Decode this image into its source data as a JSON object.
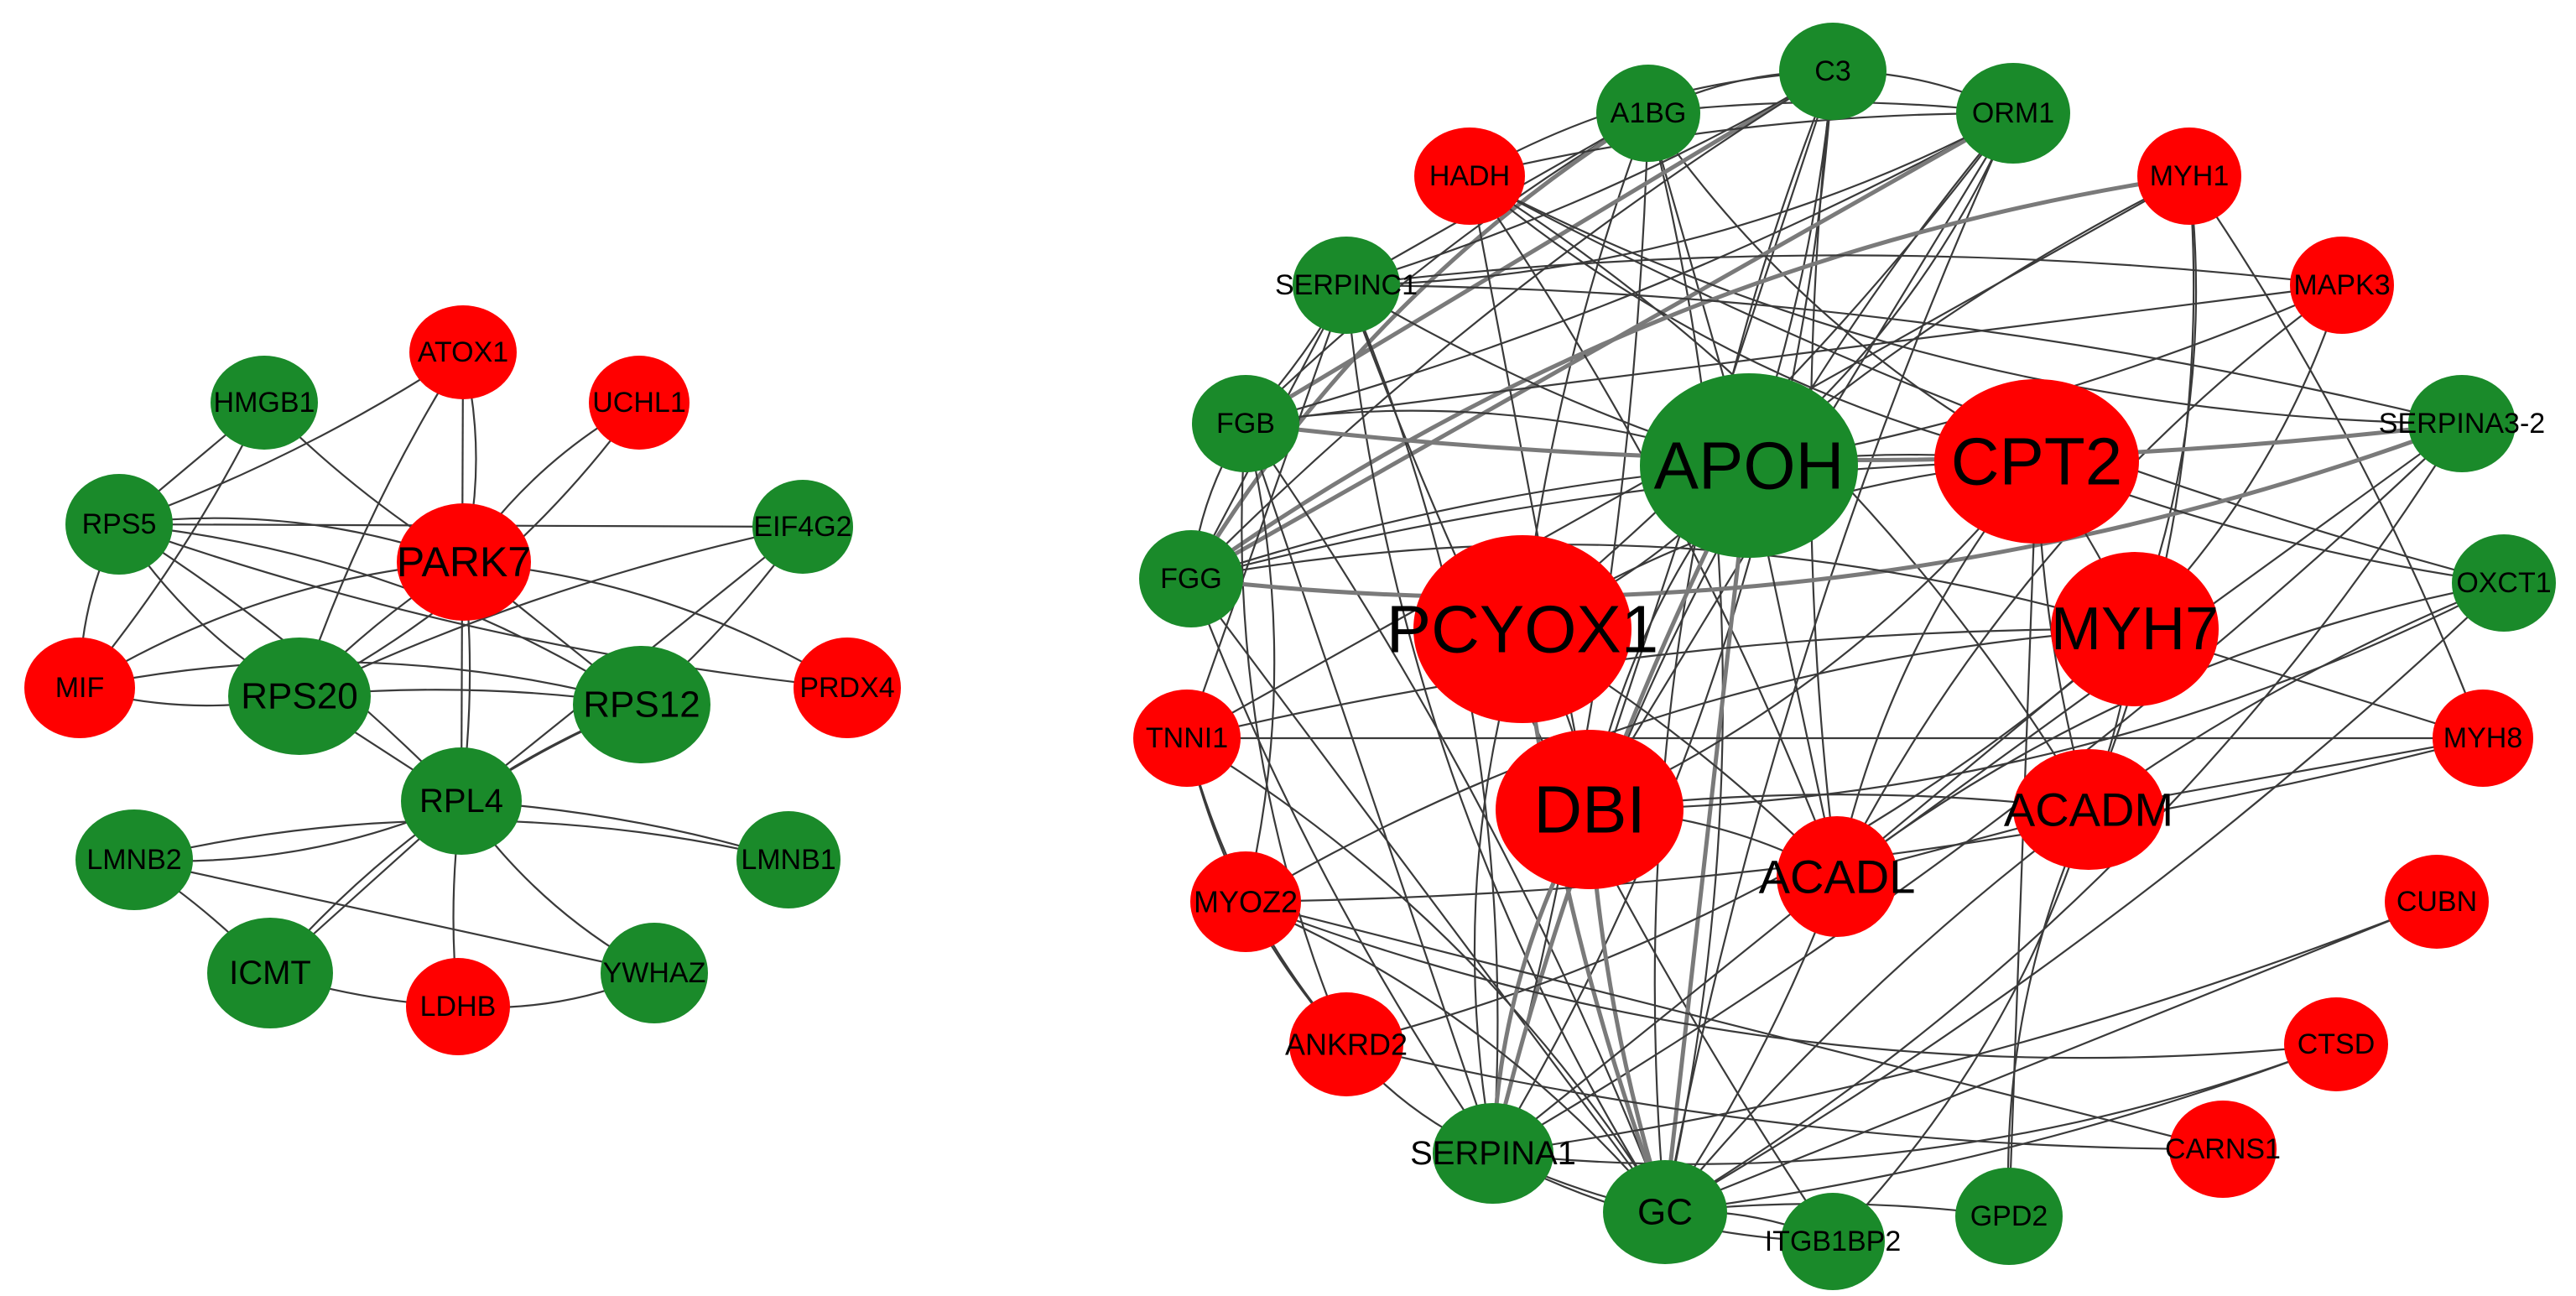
{
  "colors": {
    "up": "#ff0000",
    "down": "#1a8a2a"
  },
  "networks": [
    {
      "id": "left",
      "nodes": [
        {
          "id": "ATOX1",
          "label": "ATOX1",
          "status": "up"
        },
        {
          "id": "HMGB1",
          "label": "HMGB1",
          "status": "down"
        },
        {
          "id": "UCHL1",
          "label": "UCHL1",
          "status": "up"
        },
        {
          "id": "RPS5",
          "label": "RPS5",
          "status": "down"
        },
        {
          "id": "EIF4G2",
          "label": "EIF4G2",
          "status": "down"
        },
        {
          "id": "PARK7",
          "label": "PARK7",
          "status": "up"
        },
        {
          "id": "MIF",
          "label": "MIF",
          "status": "up"
        },
        {
          "id": "RPS20",
          "label": "RPS20",
          "status": "down"
        },
        {
          "id": "RPS12",
          "label": "RPS12",
          "status": "down"
        },
        {
          "id": "PRDX4",
          "label": "PRDX4",
          "status": "up"
        },
        {
          "id": "RPL4",
          "label": "RPL4",
          "status": "down"
        },
        {
          "id": "LMNB2",
          "label": "LMNB2",
          "status": "down"
        },
        {
          "id": "LMNB1",
          "label": "LMNB1",
          "status": "down"
        },
        {
          "id": "ICMT",
          "label": "ICMT",
          "status": "down"
        },
        {
          "id": "LDHB",
          "label": "LDHB",
          "status": "up"
        },
        {
          "id": "YWHAZ",
          "label": "YWHAZ",
          "status": "down"
        }
      ],
      "edges": [
        [
          "ATOX1",
          "PARK7"
        ],
        [
          "ATOX1",
          "RPS5"
        ],
        [
          "ATOX1",
          "RPL4"
        ],
        [
          "ATOX1",
          "RPS20"
        ],
        [
          "UCHL1",
          "PARK7"
        ],
        [
          "UCHL1",
          "RPS20"
        ],
        [
          "HMGB1",
          "MIF"
        ],
        [
          "HMGB1",
          "RPS5"
        ],
        [
          "HMGB1",
          "PARK7"
        ],
        [
          "RPS5",
          "RPS20"
        ],
        [
          "RPS5",
          "RPS12"
        ],
        [
          "RPS5",
          "RPL4"
        ],
        [
          "RPS5",
          "EIF4G2"
        ],
        [
          "RPS5",
          "PRDX4"
        ],
        [
          "RPS5",
          "MIF"
        ],
        [
          "RPS5",
          "PARK7"
        ],
        [
          "EIF4G2",
          "RPS12"
        ],
        [
          "EIF4G2",
          "RPL4"
        ],
        [
          "EIF4G2",
          "RPS20"
        ],
        [
          "PARK7",
          "MIF"
        ],
        [
          "PARK7",
          "PRDX4"
        ],
        [
          "PARK7",
          "RPL4"
        ],
        [
          "PARK7",
          "RPS12"
        ],
        [
          "PARK7",
          "RPS20"
        ],
        [
          "MIF",
          "RPS20"
        ],
        [
          "MIF",
          "RPS12"
        ],
        [
          "RPS20",
          "RPS12"
        ],
        [
          "RPS20",
          "RPL4"
        ],
        [
          "RPS12",
          "RPL4"
        ],
        [
          "RPS12",
          "ICMT"
        ],
        [
          "RPL4",
          "LMNB2"
        ],
        [
          "RPL4",
          "LMNB1"
        ],
        [
          "RPL4",
          "ICMT"
        ],
        [
          "RPL4",
          "LDHB"
        ],
        [
          "RPL4",
          "YWHAZ"
        ],
        [
          "LMNB2",
          "LMNB1"
        ],
        [
          "LMNB2",
          "ICMT"
        ],
        [
          "LMNB2",
          "YWHAZ"
        ],
        [
          "ICMT",
          "LDHB"
        ],
        [
          "LDHB",
          "YWHAZ"
        ]
      ]
    },
    {
      "id": "right",
      "nodes": [
        {
          "id": "A1BG",
          "label": "A1BG",
          "status": "down"
        },
        {
          "id": "C3",
          "label": "C3",
          "status": "down"
        },
        {
          "id": "ORM1",
          "label": "ORM1",
          "status": "down"
        },
        {
          "id": "HADH",
          "label": "HADH",
          "status": "up"
        },
        {
          "id": "MYH1",
          "label": "MYH1",
          "status": "up"
        },
        {
          "id": "SERPINC1",
          "label": "SERPINC1",
          "status": "down"
        },
        {
          "id": "MAPK3",
          "label": "MAPK3",
          "status": "up"
        },
        {
          "id": "FGB",
          "label": "FGB",
          "status": "down"
        },
        {
          "id": "APOH",
          "label": "APOH",
          "status": "down"
        },
        {
          "id": "CPT2",
          "label": "CPT2",
          "status": "up"
        },
        {
          "id": "SERPINA3-2",
          "label": "SERPINA3-2",
          "status": "down"
        },
        {
          "id": "FGG",
          "label": "FGG",
          "status": "down"
        },
        {
          "id": "PCYOX1",
          "label": "PCYOX1",
          "status": "up"
        },
        {
          "id": "MYH7",
          "label": "MYH7",
          "status": "up"
        },
        {
          "id": "OXCT1",
          "label": "OXCT1",
          "status": "down"
        },
        {
          "id": "TNNI1",
          "label": "TNNI1",
          "status": "up"
        },
        {
          "id": "MYH8",
          "label": "MYH8",
          "status": "up"
        },
        {
          "id": "DBI",
          "label": "DBI",
          "status": "up"
        },
        {
          "id": "ACADM",
          "label": "ACADM",
          "status": "up"
        },
        {
          "id": "ACADL",
          "label": "ACADL",
          "status": "up"
        },
        {
          "id": "MYOZ2",
          "label": "MYOZ2",
          "status": "up"
        },
        {
          "id": "CUBN",
          "label": "CUBN",
          "status": "up"
        },
        {
          "id": "ANKRD2",
          "label": "ANKRD2",
          "status": "up"
        },
        {
          "id": "CTSD",
          "label": "CTSD",
          "status": "up"
        },
        {
          "id": "CARNS1",
          "label": "CARNS1",
          "status": "up"
        },
        {
          "id": "SERPINA1",
          "label": "SERPINA1",
          "status": "down"
        },
        {
          "id": "GC",
          "label": "GC",
          "status": "down"
        },
        {
          "id": "ITGB1BP2",
          "label": "ITGB1BP2",
          "status": "down"
        },
        {
          "id": "GPD2",
          "label": "GPD2",
          "status": "down"
        }
      ],
      "edges": [
        [
          "A1BG",
          "C3"
        ],
        [
          "A1BG",
          "ORM1"
        ],
        [
          "A1BG",
          "APOH"
        ],
        [
          "A1BG",
          "FGB"
        ],
        [
          "A1BG",
          "FGG"
        ],
        [
          "A1BG",
          "GC"
        ],
        [
          "A1BG",
          "SERPINA1"
        ],
        [
          "A1BG",
          "SERPINC1"
        ],
        [
          "A1BG",
          "PCYOX1"
        ],
        [
          "A1BG",
          "CPT2"
        ],
        [
          "C3",
          "ORM1"
        ],
        [
          "C3",
          "APOH"
        ],
        [
          "C3",
          "FGB"
        ],
        [
          "C3",
          "FGG"
        ],
        [
          "C3",
          "GC"
        ],
        [
          "C3",
          "SERPINA1"
        ],
        [
          "C3",
          "SERPINC1"
        ],
        [
          "C3",
          "DBI"
        ],
        [
          "C3",
          "ACADL"
        ],
        [
          "C3",
          "HADH"
        ],
        [
          "ORM1",
          "APOH"
        ],
        [
          "ORM1",
          "FGB"
        ],
        [
          "ORM1",
          "FGG"
        ],
        [
          "ORM1",
          "GC"
        ],
        [
          "ORM1",
          "SERPINA1"
        ],
        [
          "ORM1",
          "SERPINC1"
        ],
        [
          "ORM1",
          "PCYOX1"
        ],
        [
          "ORM1",
          "DBI"
        ],
        [
          "ORM1",
          "HADH"
        ],
        [
          "HADH",
          "CPT2"
        ],
        [
          "HADH",
          "ACADM"
        ],
        [
          "HADH",
          "ACADL"
        ],
        [
          "HADH",
          "DBI"
        ],
        [
          "HADH",
          "OXCT1"
        ],
        [
          "HADH",
          "SERPINA3-2"
        ],
        [
          "MYH1",
          "MYH7"
        ],
        [
          "MYH1",
          "MYH8"
        ],
        [
          "MYH1",
          "TNNI1"
        ],
        [
          "MYH1",
          "APOH"
        ],
        [
          "MYH1",
          "FGG"
        ],
        [
          "MYH1",
          "ACADM"
        ],
        [
          "MAPK3",
          "APOH"
        ],
        [
          "MAPK3",
          "FGB"
        ],
        [
          "MAPK3",
          "SERPINC1"
        ],
        [
          "MAPK3",
          "ACADL"
        ],
        [
          "MAPK3",
          "MYH7"
        ],
        [
          "SERPINC1",
          "FGB"
        ],
        [
          "SERPINC1",
          "FGG"
        ],
        [
          "SERPINC1",
          "APOH"
        ],
        [
          "SERPINC1",
          "GC"
        ],
        [
          "SERPINC1",
          "SERPINA1"
        ],
        [
          "SERPINC1",
          "SERPINA3-2"
        ],
        [
          "SERPINC1",
          "TNNI1"
        ],
        [
          "SERPINC1",
          "ITGB1BP2"
        ],
        [
          "FGB",
          "FGG"
        ],
        [
          "FGB",
          "APOH"
        ],
        [
          "FGB",
          "GC"
        ],
        [
          "FGB",
          "SERPINA1"
        ],
        [
          "FGB",
          "SERPINA3-2"
        ],
        [
          "FGB",
          "ANKRD2"
        ],
        [
          "FGB",
          "MYOZ2"
        ],
        [
          "FGG",
          "APOH"
        ],
        [
          "FGG",
          "GC"
        ],
        [
          "FGG",
          "SERPINA1"
        ],
        [
          "FGG",
          "SERPINA3-2"
        ],
        [
          "FGG",
          "MYH7"
        ],
        [
          "FGG",
          "CPT2"
        ],
        [
          "APOH",
          "GC"
        ],
        [
          "APOH",
          "SERPINA1"
        ],
        [
          "APOH",
          "DBI"
        ],
        [
          "APOH",
          "PCYOX1"
        ],
        [
          "APOH",
          "CPT2"
        ],
        [
          "APOH",
          "ACADL"
        ],
        [
          "CPT2",
          "ACADM"
        ],
        [
          "CPT2",
          "ACADL"
        ],
        [
          "CPT2",
          "DBI"
        ],
        [
          "CPT2",
          "MYH7"
        ],
        [
          "CPT2",
          "GPD2"
        ],
        [
          "CPT2",
          "OXCT1"
        ],
        [
          "CPT2",
          "PCYOX1"
        ],
        [
          "SERPINA3-2",
          "GC"
        ],
        [
          "SERPINA3-2",
          "SERPINA1"
        ],
        [
          "SERPINA3-2",
          "ACADL"
        ],
        [
          "PCYOX1",
          "GC"
        ],
        [
          "PCYOX1",
          "SERPINA1"
        ],
        [
          "PCYOX1",
          "DBI"
        ],
        [
          "PCYOX1",
          "ACADL"
        ],
        [
          "MYH7",
          "MYH8"
        ],
        [
          "MYH7",
          "TNNI1"
        ],
        [
          "MYH7",
          "MYOZ2"
        ],
        [
          "MYH7",
          "ANKRD2"
        ],
        [
          "MYH7",
          "ACADM"
        ],
        [
          "MYH7",
          "ACADL"
        ],
        [
          "OXCT1",
          "ACADM"
        ],
        [
          "OXCT1",
          "ACADL"
        ],
        [
          "OXCT1",
          "DBI"
        ],
        [
          "OXCT1",
          "GC"
        ],
        [
          "TNNI1",
          "MYH8"
        ],
        [
          "TNNI1",
          "MYOZ2"
        ],
        [
          "TNNI1",
          "ANKRD2"
        ],
        [
          "TNNI1",
          "GC"
        ],
        [
          "MYH8",
          "MYOZ2"
        ],
        [
          "MYH8",
          "ACADM"
        ],
        [
          "DBI",
          "GC"
        ],
        [
          "DBI",
          "SERPINA1"
        ],
        [
          "DBI",
          "ACADL"
        ],
        [
          "DBI",
          "ACADM"
        ],
        [
          "ACADM",
          "ACADL"
        ],
        [
          "ACADM",
          "GC"
        ],
        [
          "ACADM",
          "GPD2"
        ],
        [
          "ACADM",
          "ITGB1BP2"
        ],
        [
          "ACADL",
          "GC"
        ],
        [
          "ACADL",
          "SERPINA1"
        ],
        [
          "MYOZ2",
          "ANKRD2"
        ],
        [
          "MYOZ2",
          "CTSD"
        ],
        [
          "MYOZ2",
          "GC"
        ],
        [
          "CUBN",
          "SERPINA1"
        ],
        [
          "CUBN",
          "GC"
        ],
        [
          "ANKRD2",
          "CARNS1"
        ],
        [
          "ANKRD2",
          "SERPINA1"
        ],
        [
          "CTSD",
          "SERPINA1"
        ],
        [
          "CTSD",
          "GC"
        ],
        [
          "CARNS1",
          "MYOZ2"
        ],
        [
          "SERPINA1",
          "GC"
        ],
        [
          "SERPINA1",
          "ITGB1BP2"
        ],
        [
          "GC",
          "ITGB1BP2"
        ],
        [
          "GC",
          "GPD2"
        ]
      ],
      "heavy_edges": [
        [
          "APOH",
          "GC"
        ],
        [
          "APOH",
          "SERPINA1"
        ],
        [
          "DBI",
          "GC"
        ],
        [
          "DBI",
          "SERPINA1"
        ],
        [
          "PCYOX1",
          "GC"
        ],
        [
          "C3",
          "FGB"
        ],
        [
          "ORM1",
          "FGG"
        ],
        [
          "A1BG",
          "FGG"
        ],
        [
          "FGB",
          "SERPINA3-2"
        ],
        [
          "FGG",
          "SERPINA3-2"
        ],
        [
          "MYH1",
          "FGG"
        ]
      ]
    }
  ]
}
